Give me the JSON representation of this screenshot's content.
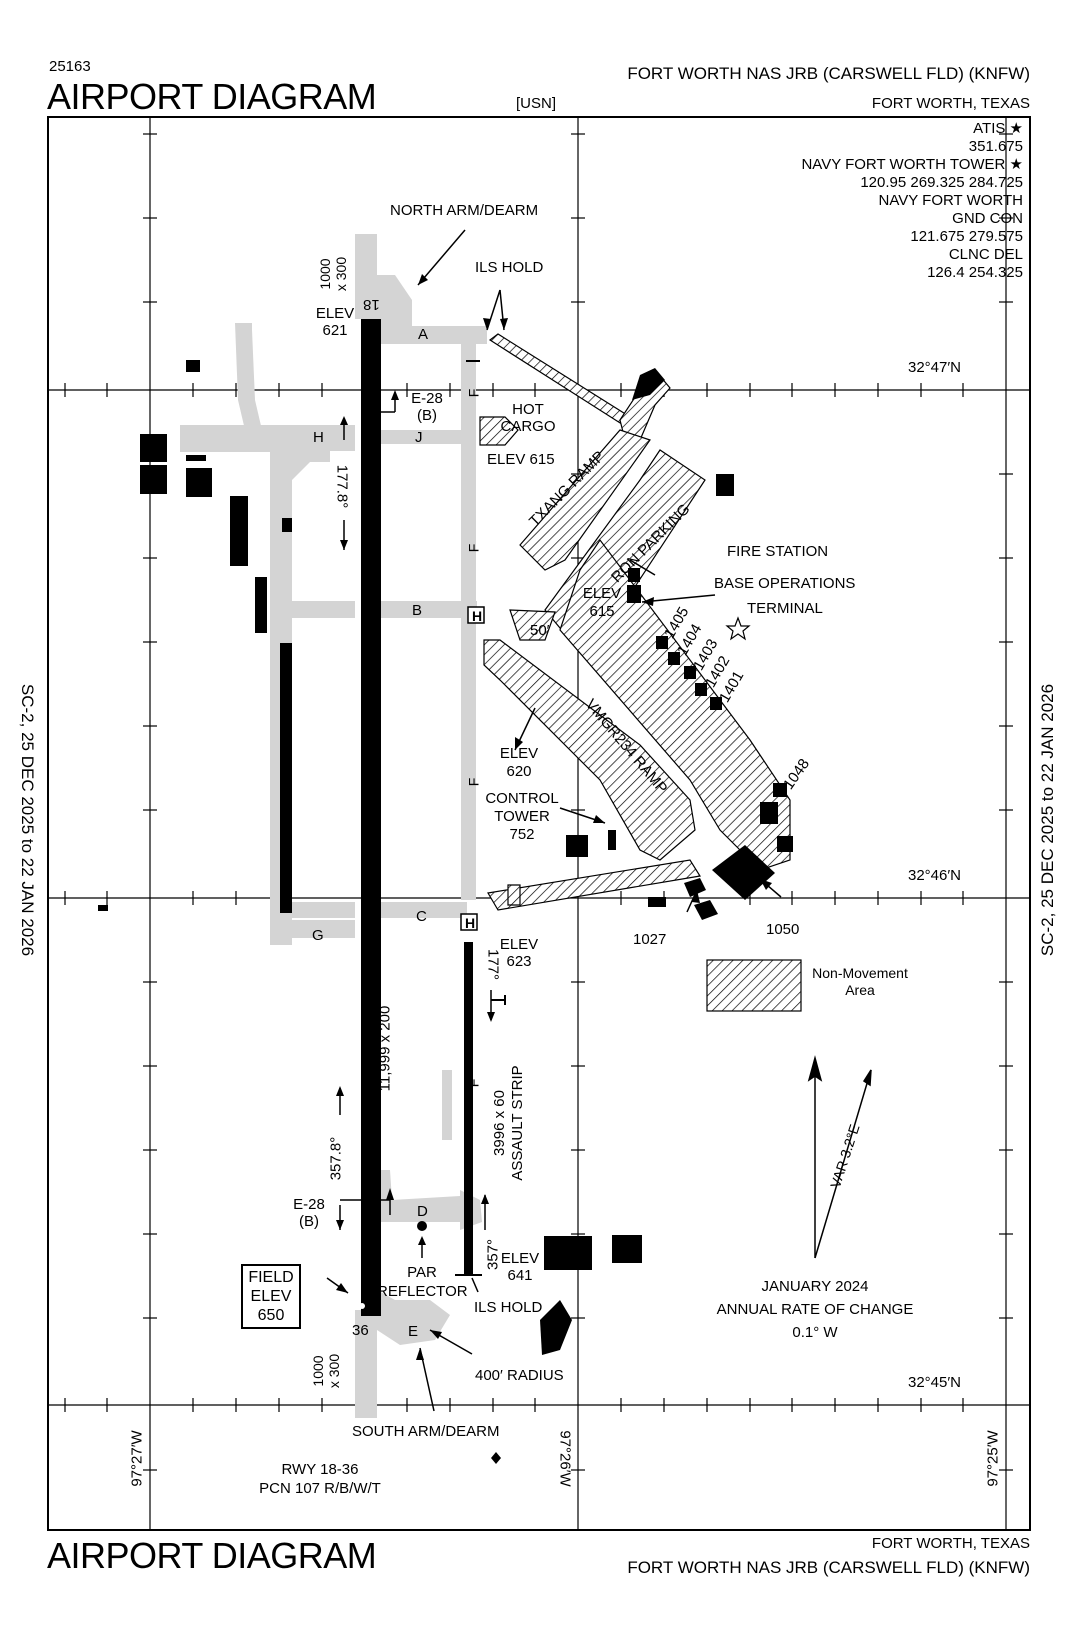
{
  "header": {
    "chart_id": "25163",
    "title": "AIRPORT DIAGRAM",
    "airport": "FORT WORTH NAS JRB (CARSWELL FLD)  (KNFW)",
    "owner": "[USN]",
    "city": "FORT WORTH, TEXAS"
  },
  "footer": {
    "title": "AIRPORT DIAGRAM",
    "city": "FORT WORTH, TEXAS",
    "airport": "FORT WORTH NAS JRB (CARSWELL FLD)  (KNFW)"
  },
  "effective_dates": {
    "left": "SC-2,  25 DEC 2025  to  22 JAN 2026",
    "right": "SC-2,  25 DEC 2025  to  22 JAN 2026"
  },
  "frequencies": [
    "ATIS ★",
    "351.675",
    "NAVY FORT WORTH TOWER ★",
    "120.95  269.325  284.725",
    "NAVY FORT WORTH",
    "GND CON",
    "121.675  279.575",
    "CLNC DEL",
    "126.4  254.325"
  ],
  "coords": {
    "lat_1": "32°47′N",
    "lat_2": "32°46′N",
    "lat_3": "32°45′N",
    "lon_1": "97°27′W",
    "lon_2": "97°26′W",
    "lon_3": "97°25′W"
  },
  "runway": {
    "rwy_18": "18",
    "rwy_36": "36",
    "elev_18": "ELEV",
    "elev_18_val": "621",
    "dims": "11,999 x 200",
    "hdg_north": "177.8°",
    "hdg_south": "357.8°",
    "overrun_n_1": "1000",
    "overrun_n_2": "x 300",
    "overrun_s_1": "1000",
    "overrun_s_2": "x 300",
    "field_elev_1": "FIELD",
    "field_elev_2": "ELEV",
    "field_elev_3": "650",
    "pcn_1": "RWY 18-36",
    "pcn_2": "PCN 107 R/B/W/T"
  },
  "assault_strip": {
    "dims_1": "3996 x 60",
    "dims_2": "ASSAULT STRIP",
    "hdg_n": "177°",
    "hdg_s": "357°",
    "elev_n": "ELEV",
    "elev_n_val": "623",
    "elev_s": "ELEV",
    "elev_s_val": "641"
  },
  "taxiways": {
    "A": "A",
    "B": "B",
    "C": "C",
    "D": "D",
    "E": "E",
    "F1": "F",
    "F2": "F",
    "F3": "F",
    "F4": "F",
    "G": "G",
    "H": "H",
    "J": "J"
  },
  "labels": {
    "north_arm": "NORTH ARM/DEARM",
    "south_arm": "SOUTH ARM/DEARM",
    "ils_hold_n": "ILS HOLD",
    "ils_hold_s": "ILS HOLD",
    "e28_n_1": "E-28",
    "e28_n_2": "(B)",
    "e28_s_1": "E-28",
    "e28_s_2": "(B)",
    "hot_cargo_1": "HOT",
    "hot_cargo_2": "CARGO",
    "hot_cargo_elev": "ELEV 615",
    "txang_ramp": "TXANG RAMP",
    "ron_parking": "RON PARKING",
    "vmgr_ramp": "VMGR234 RAMP",
    "fire_station": "FIRE STATION",
    "base_ops": "BASE OPERATIONS",
    "terminal": "TERMINAL",
    "elev_615_1": "ELEV",
    "elev_615_2": "615",
    "fifty": "50′",
    "elev_620_1": "ELEV",
    "elev_620_2": "620",
    "control_tower_1": "CONTROL",
    "control_tower_2": "TOWER",
    "control_tower_3": "752",
    "b1405": "1405",
    "b1404": "1404",
    "b1403": "1403",
    "b1402": "1402",
    "b1401": "1401",
    "b1048": "1048",
    "b1027": "1027",
    "b1050": "1050",
    "par_1": "PAR",
    "par_2": "REFLECTOR",
    "radius": "400′ RADIUS",
    "heli": "H",
    "nonmov_1": "Non-Movement",
    "nonmov_2": "Area",
    "var": "VAR 3.2°E",
    "rate_1": "JANUARY 2024",
    "rate_2": "ANNUAL RATE OF CHANGE",
    "rate_3": "0.1° W"
  }
}
